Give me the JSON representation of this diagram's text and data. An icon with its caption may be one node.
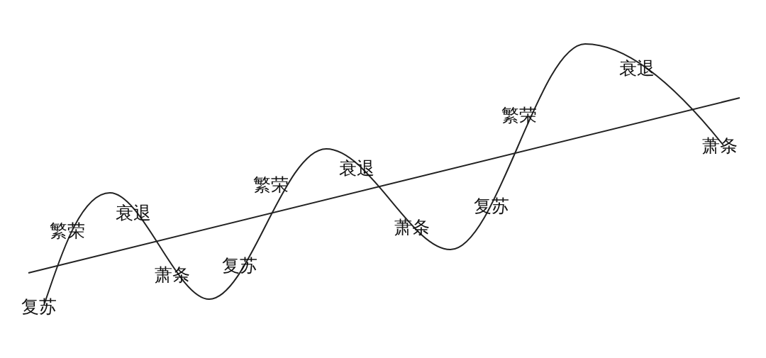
{
  "diagram": {
    "labels": [
      "复苏",
      "繁荣",
      "衰退",
      "萧条",
      "复苏",
      "繁荣",
      "衰退",
      "萧条",
      "复苏",
      "繁荣",
      "衰退",
      "萧条"
    ]
  }
}
